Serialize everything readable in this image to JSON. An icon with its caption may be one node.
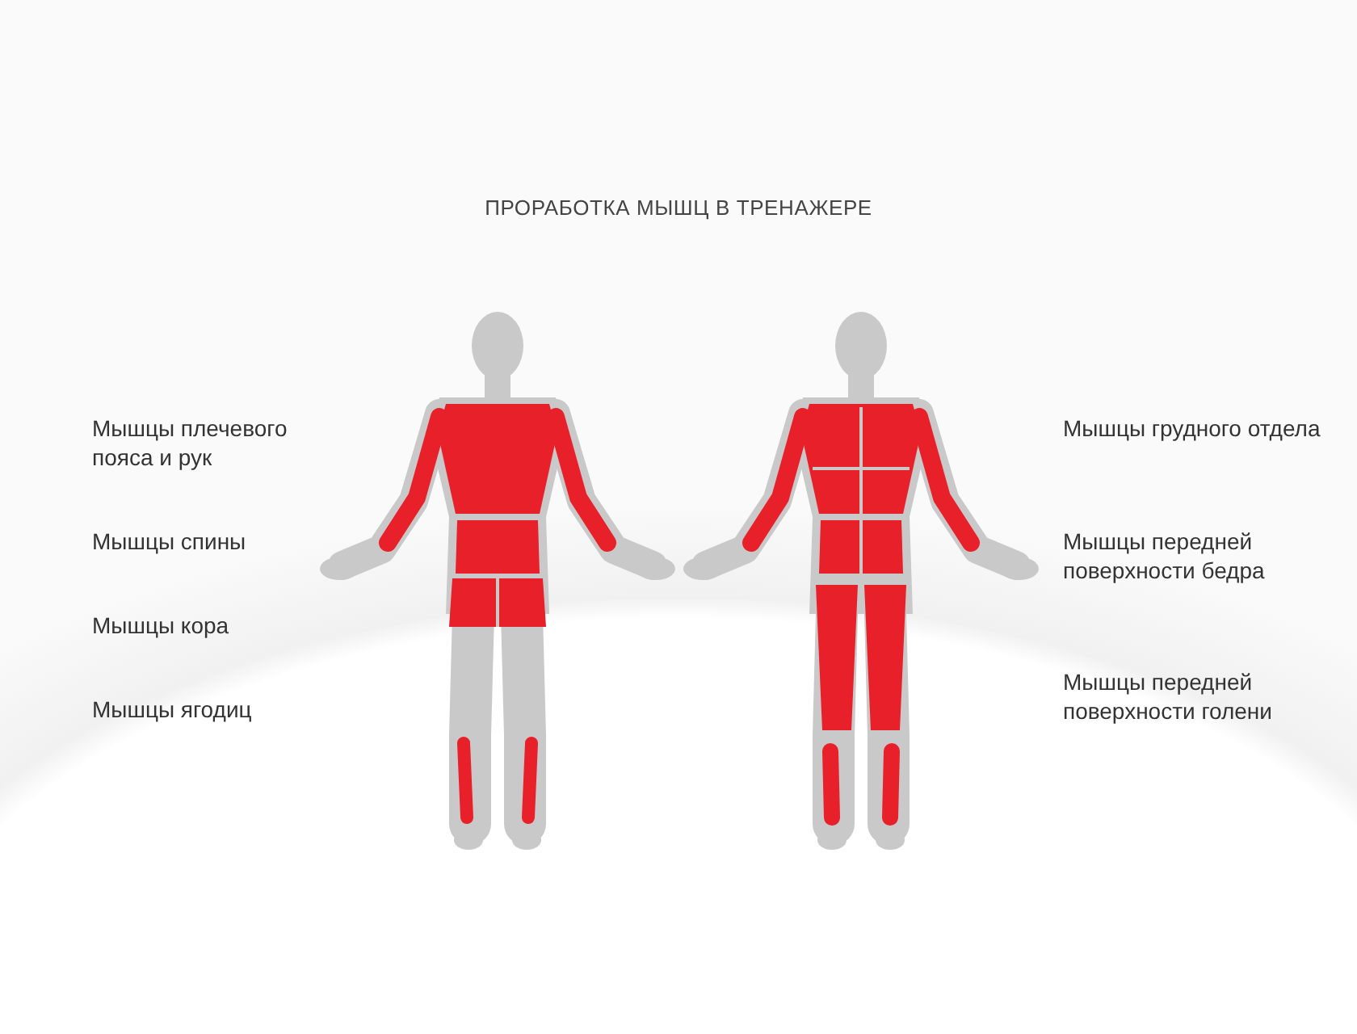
{
  "diagram": {
    "title": "ПРОРАБОТКА МЫШЦ В ТРЕНАЖЕРЕ",
    "labels": [
      "Мышцы плечевого пояса и рук",
      "Мышцы спины",
      "Мышцы кора",
      "Мышцы ягодиц",
      "Мышцы грудного отдела",
      "Мышцы передней поверхности бедра",
      "Мышцы передней поверхности голени"
    ]
  }
}
